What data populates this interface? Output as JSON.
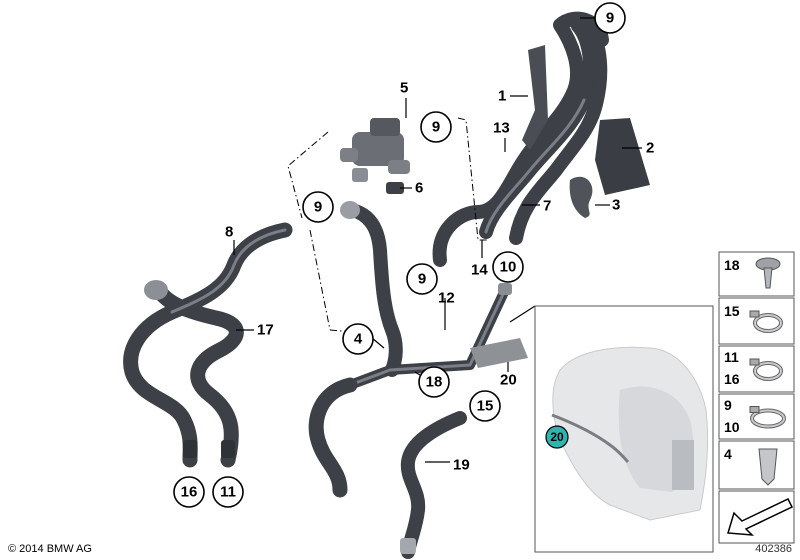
{
  "callouts": [
    {
      "id": "c-9-top",
      "label": "9"
    },
    {
      "id": "c-9-mid",
      "label": "9"
    },
    {
      "id": "c-9-left",
      "label": "9"
    },
    {
      "id": "c-9-low",
      "label": "9"
    },
    {
      "id": "c-10",
      "label": "10"
    },
    {
      "id": "c-4",
      "label": "4"
    },
    {
      "id": "c-18",
      "label": "18"
    },
    {
      "id": "c-15",
      "label": "15"
    },
    {
      "id": "c-16",
      "label": "16"
    },
    {
      "id": "c-11",
      "label": "11"
    }
  ],
  "plain_labels": [
    {
      "id": "l-1",
      "label": "1"
    },
    {
      "id": "l-2",
      "label": "2"
    },
    {
      "id": "l-3",
      "label": "3"
    },
    {
      "id": "l-5",
      "label": "5"
    },
    {
      "id": "l-6",
      "label": "6"
    },
    {
      "id": "l-7",
      "label": "7"
    },
    {
      "id": "l-8",
      "label": "8"
    },
    {
      "id": "l-12",
      "label": "12"
    },
    {
      "id": "l-13",
      "label": "13"
    },
    {
      "id": "l-14",
      "label": "14"
    },
    {
      "id": "l-17",
      "label": "17"
    },
    {
      "id": "l-19",
      "label": "19"
    },
    {
      "id": "l-20",
      "label": "20"
    }
  ],
  "highlight_callout": {
    "label": "20",
    "color": "#2fb5b0"
  },
  "legend": [
    {
      "labels": [
        "18"
      ],
      "icon": "expanding-rivet-icon"
    },
    {
      "labels": [
        "15"
      ],
      "icon": "spring-band-clamp-icon"
    },
    {
      "labels": [
        "11",
        "16"
      ],
      "icon": "spring-band-clamp-small-icon"
    },
    {
      "labels": [
        "9",
        "10"
      ],
      "icon": "spring-band-clamp-large-icon"
    },
    {
      "labels": [
        "4"
      ],
      "icon": "expanding-nut-icon"
    },
    {
      "labels": [],
      "icon": "direction-arrow-icon"
    }
  ],
  "copyright": "© 2014 BMW AG",
  "doc_number": "402386",
  "colors": {
    "hose": "#3d4046",
    "highlight": "#2fb5b0",
    "line": "#000000"
  }
}
